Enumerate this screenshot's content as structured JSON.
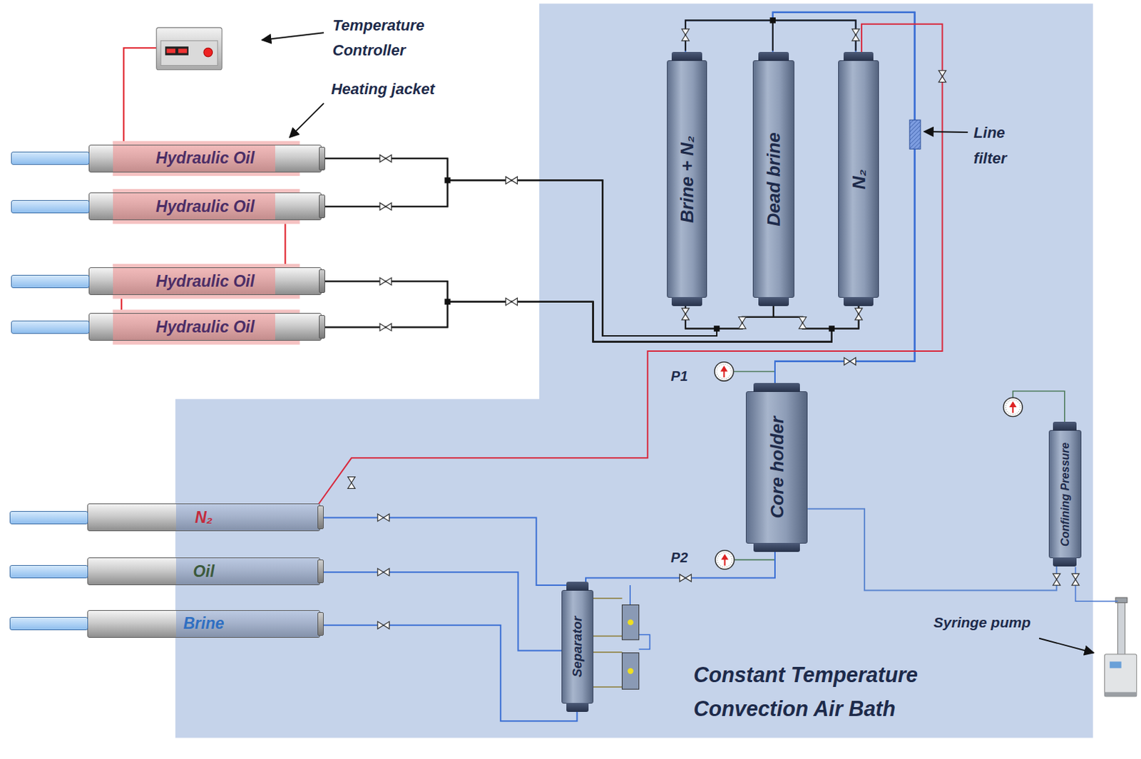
{
  "diagram": {
    "nodes": [
      {
        "text": [
          "Hydraulic Oil"
        ]
      },
      {
        "text": [
          "Hydraulic Oil"
        ]
      },
      {
        "text": [
          "Hydraulic Oil"
        ]
      },
      {
        "text": [
          "Hydraulic Oil"
        ]
      },
      {
        "text": [
          "Brine + N₂"
        ]
      },
      {
        "text": [
          "Dead brine"
        ]
      },
      {
        "text": [
          "N₂"
        ]
      },
      {
        "text": [
          "Core holder"
        ]
      },
      {
        "text": [
          "Confining Pressure"
        ]
      },
      {
        "text": [
          "N₂"
        ]
      },
      {
        "text": [
          "Oil"
        ]
      },
      {
        "text": [
          "Brine"
        ]
      },
      {
        "text": [
          "Separator"
        ]
      }
    ],
    "edges": [
      {
        "from": 0,
        "to": 4,
        "arrow": "none"
      },
      {
        "from": 0,
        "to": 5,
        "arrow": "none"
      },
      {
        "from": 1,
        "to": 4,
        "arrow": "none"
      },
      {
        "from": 1,
        "to": 5,
        "arrow": "none"
      },
      {
        "from": 2,
        "to": 5,
        "arrow": "none"
      },
      {
        "from": 2,
        "to": 6,
        "arrow": "none"
      },
      {
        "from": 3,
        "to": 5,
        "arrow": "none"
      },
      {
        "from": 3,
        "to": 6,
        "arrow": "none"
      },
      {
        "from": 4,
        "to": 7,
        "arrow": "none"
      },
      {
        "from": 5,
        "to": 7,
        "arrow": "none"
      },
      {
        "from": 6,
        "to": 7,
        "arrow": "none"
      },
      {
        "from": 9,
        "to": 6,
        "arrow": "none"
      },
      {
        "from": 9,
        "to": 12,
        "arrow": "none"
      },
      {
        "from": 10,
        "to": 12,
        "arrow": "none"
      },
      {
        "from": 11,
        "to": 12,
        "arrow": "none"
      },
      {
        "from": 7,
        "to": 12,
        "arrow": "none"
      },
      {
        "from": 7,
        "to": 8,
        "arrow": "none"
      }
    ],
    "labels": [
      "Temperature Controller",
      "Heating jacket",
      "Line filter",
      "P1",
      "P2",
      "Syringe pump",
      "Constant Temperature Convection Air Bath"
    ]
  }
}
